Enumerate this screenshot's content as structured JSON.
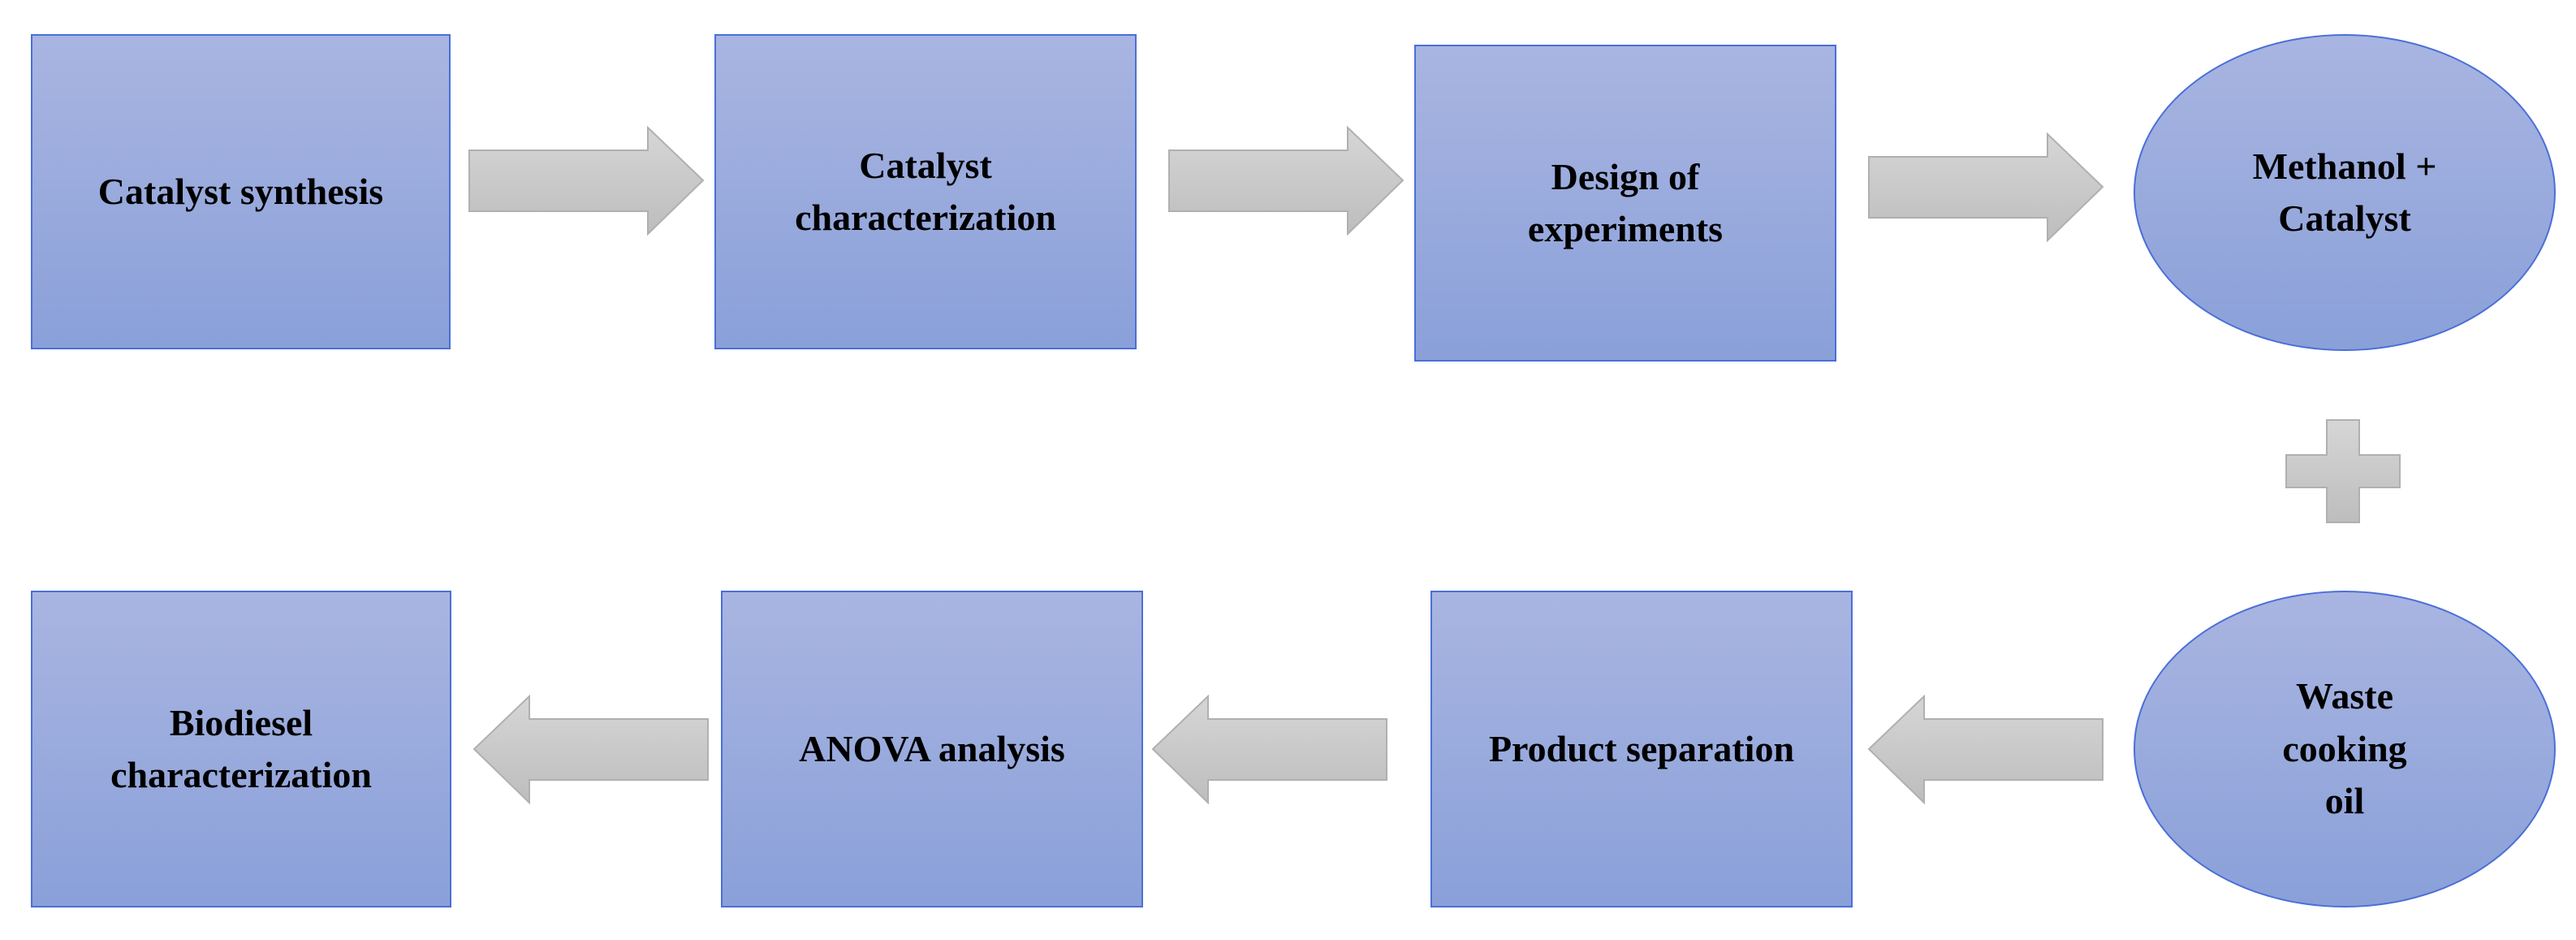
{
  "diagram": {
    "type": "flowchart",
    "nodes": {
      "catalyst_synthesis": {
        "label": "Catalyst synthesis",
        "shape": "rectangle"
      },
      "catalyst_characterization": {
        "label": "Catalyst\ncharacterization",
        "shape": "rectangle"
      },
      "design_of_experiments": {
        "label": "Design of\nexperiments",
        "shape": "rectangle"
      },
      "methanol_catalyst": {
        "label": "Methanol +\nCatalyst",
        "shape": "ellipse"
      },
      "waste_cooking_oil": {
        "label": "Waste\ncooking\noil",
        "shape": "ellipse"
      },
      "product_separation": {
        "label": "Product separation",
        "shape": "rectangle"
      },
      "anova_analysis": {
        "label": "ANOVA analysis",
        "shape": "rectangle"
      },
      "biodiesel_characterization": {
        "label": "Biodiesel\ncharacterization",
        "shape": "rectangle"
      }
    },
    "edges": [
      {
        "from": "catalyst_synthesis",
        "to": "catalyst_characterization",
        "symbol": "arrow"
      },
      {
        "from": "catalyst_characterization",
        "to": "design_of_experiments",
        "symbol": "arrow"
      },
      {
        "from": "design_of_experiments",
        "to": "methanol_catalyst",
        "symbol": "arrow"
      },
      {
        "from": "methanol_catalyst",
        "to": "waste_cooking_oil",
        "symbol": "plus"
      },
      {
        "from": "waste_cooking_oil",
        "to": "product_separation",
        "symbol": "arrow"
      },
      {
        "from": "product_separation",
        "to": "anova_analysis",
        "symbol": "arrow"
      },
      {
        "from": "anova_analysis",
        "to": "biodiesel_characterization",
        "symbol": "arrow"
      }
    ],
    "colors": {
      "node_fill_top": "#a9b5e1",
      "node_fill_bottom": "#8aa0d9",
      "node_border": "#4a6fd8",
      "connector_fill_top": "#d6d6d6",
      "connector_fill_bottom": "#bdbdbd",
      "connector_stroke": "#b0b0b0",
      "text": "#000000"
    }
  }
}
